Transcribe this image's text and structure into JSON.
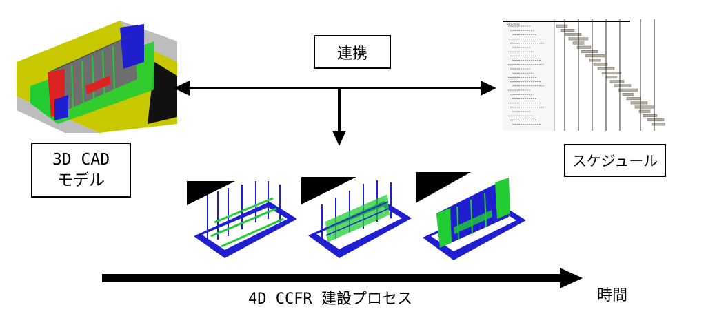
{
  "labels": {
    "link": "連携",
    "cad_model_line1": "3D CAD",
    "cad_model_line2": "モデル",
    "schedule": "スケジュール",
    "process": "4D CCFR 建設プロセス",
    "time": "時間"
  },
  "gantt": {
    "header": "Structure"
  },
  "colors": {
    "ground_yellow": "#c8c800",
    "model_blue": "#1f1fd0",
    "model_green": "#22cc33",
    "model_red": "#dd2222",
    "model_gray": "#6e6e6e",
    "arrow": "#000000"
  }
}
